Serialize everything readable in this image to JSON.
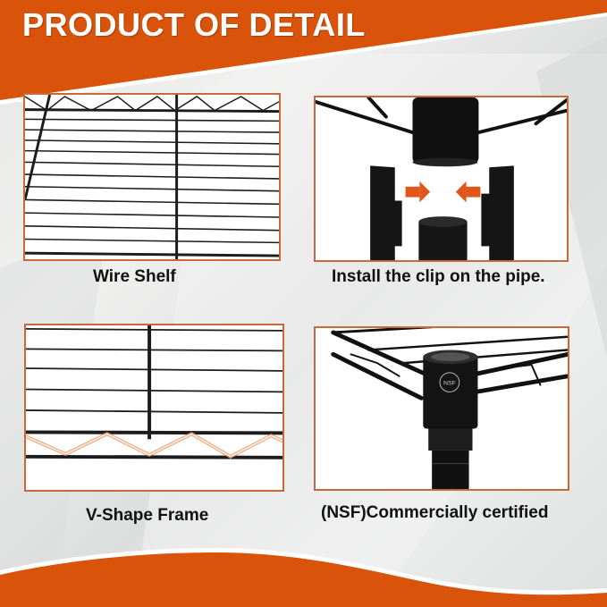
{
  "header": {
    "title": "PRODUCT OF DETAIL"
  },
  "colors": {
    "accent_orange": "#D9530A",
    "panel_border": "#C8693A",
    "wire_black": "#1c1c1c",
    "background": "#E6E7E6"
  },
  "panels": [
    {
      "id": "wire-shelf",
      "caption": "Wire Shelf",
      "icon": "wire-shelf-closeup-image"
    },
    {
      "id": "clip-install",
      "caption": "Install the clip on the pipe.",
      "icon": "pipe-clip-install-image"
    },
    {
      "id": "v-shape-frame",
      "caption": "V-Shape Frame",
      "icon": "v-shape-frame-image"
    },
    {
      "id": "nsf-certified",
      "caption": "(NSF)Commercially certified",
      "icon": "nsf-corner-sleeve-image"
    }
  ],
  "nsf_badge": {
    "text": "NSF"
  }
}
